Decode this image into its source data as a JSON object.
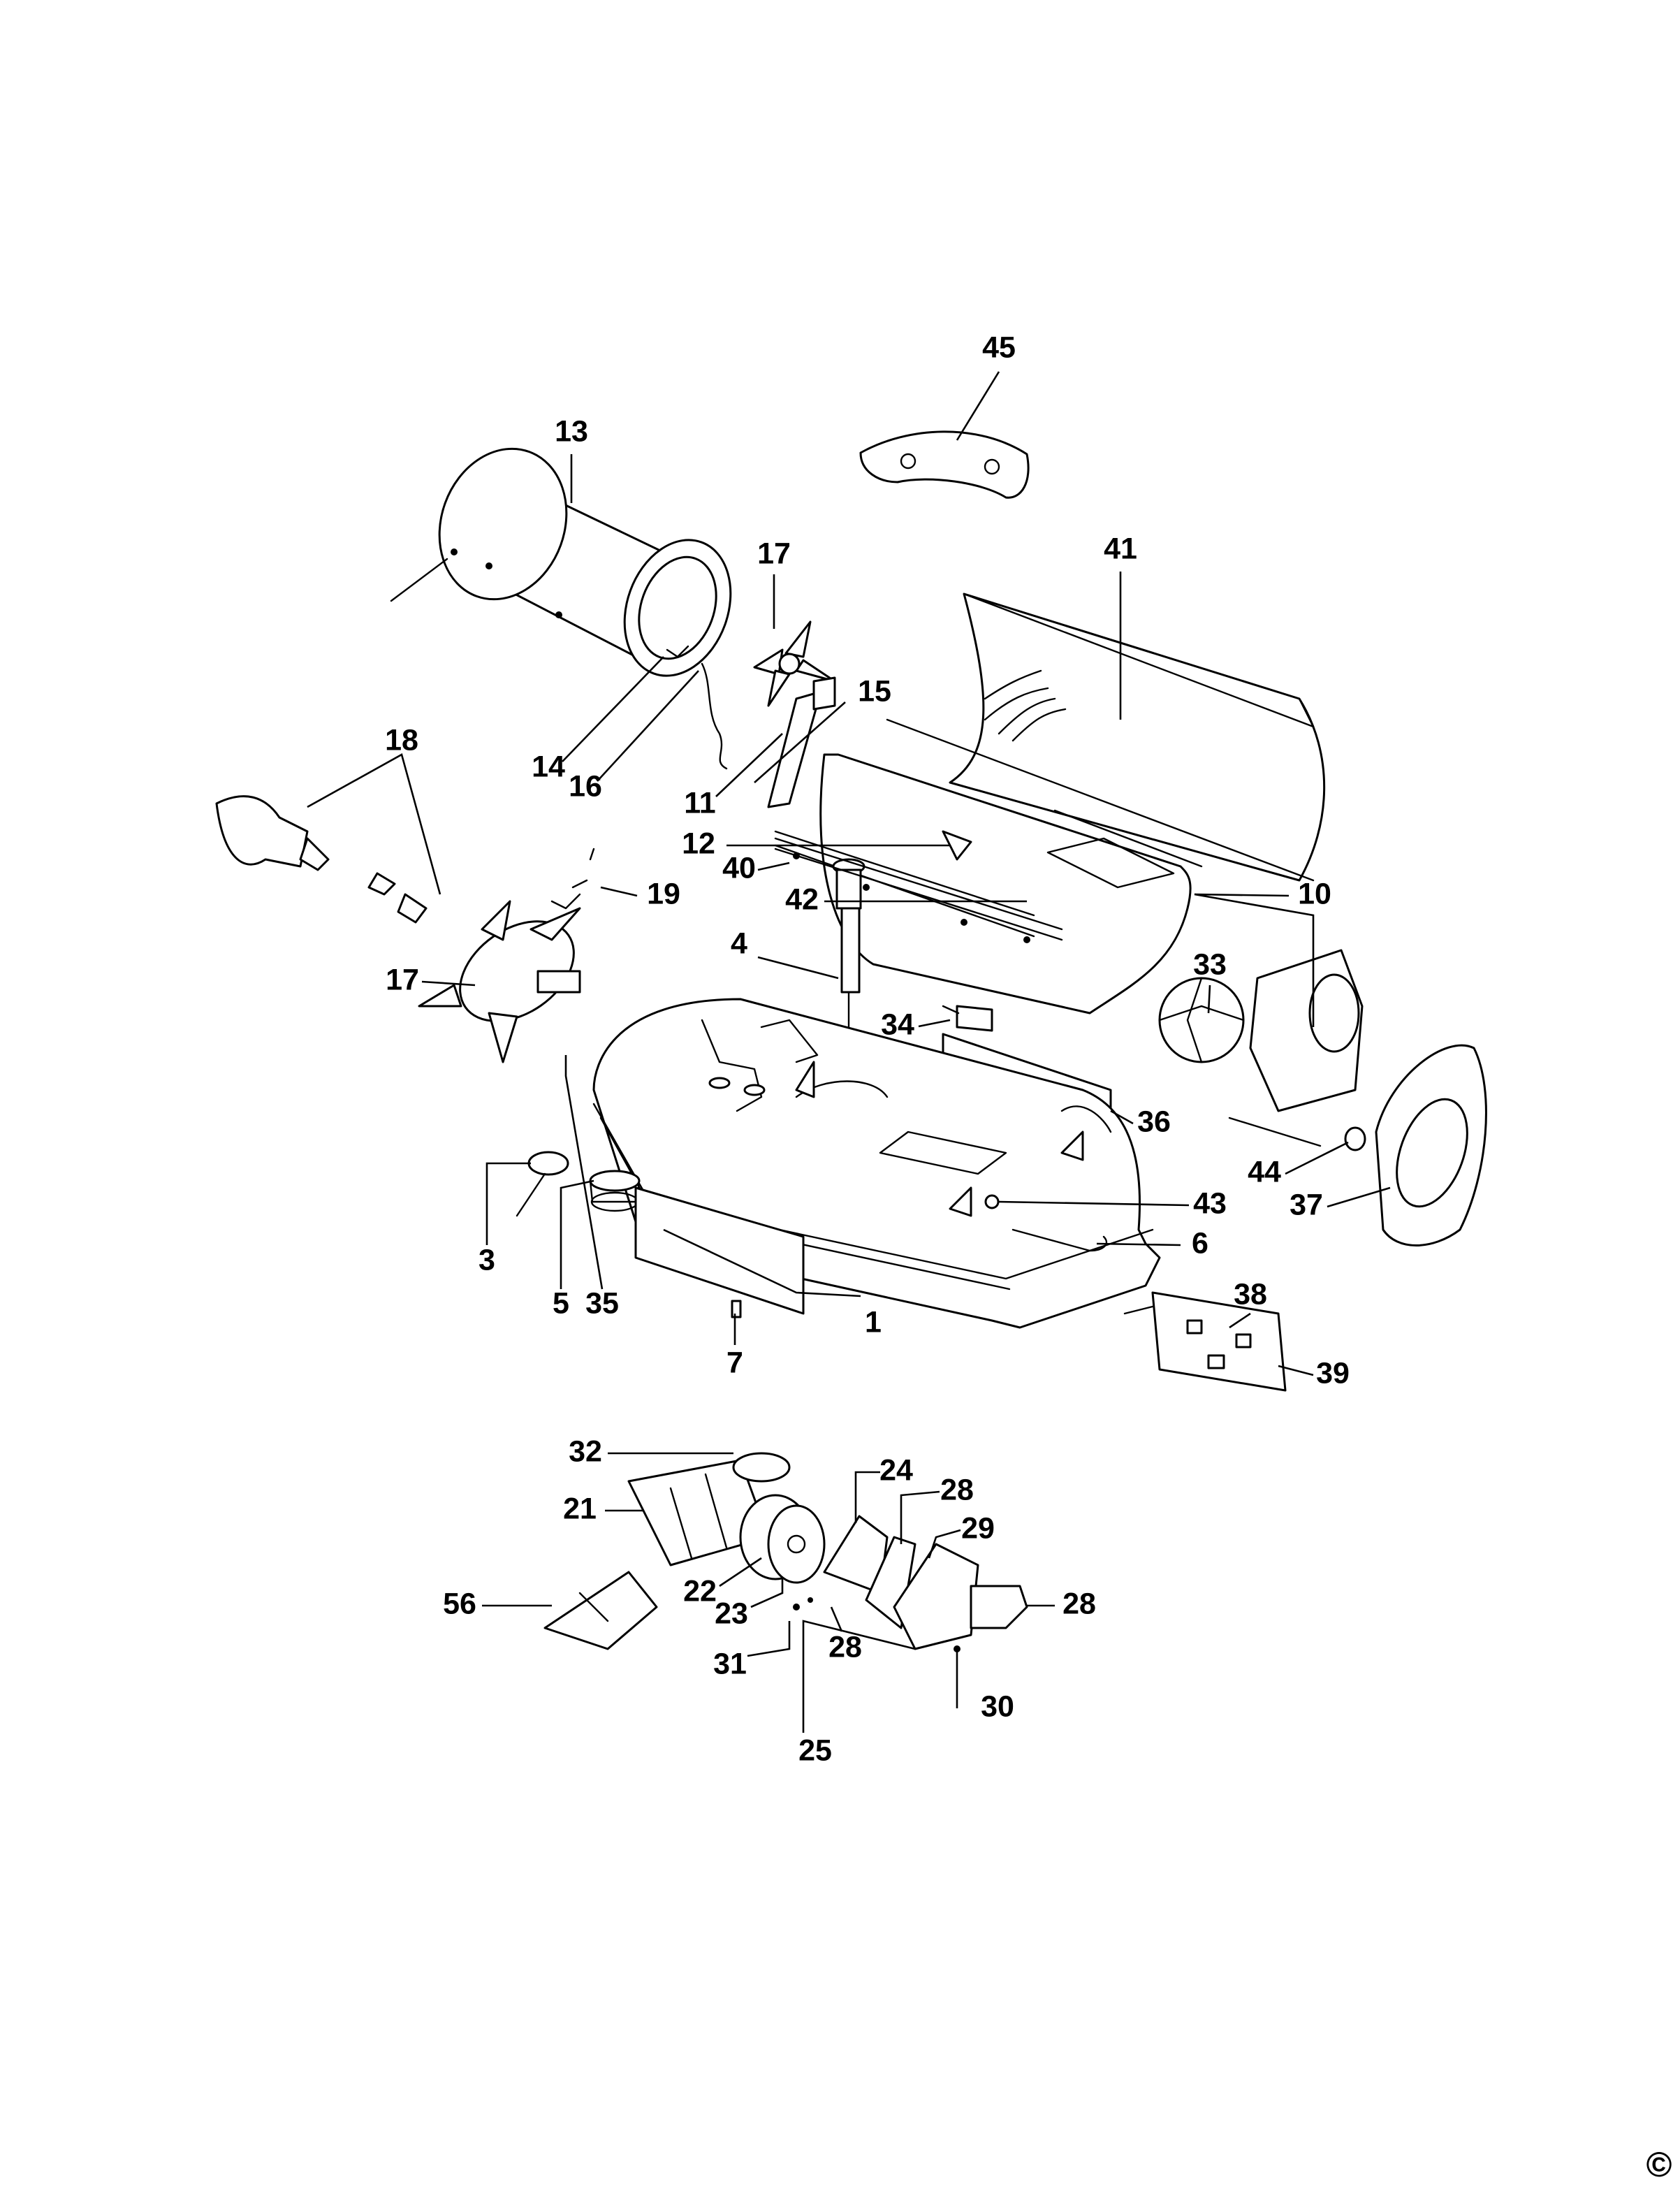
{
  "diagram": {
    "copyright_symbol": "©",
    "part_labels": [
      "45",
      "13",
      "17",
      "41",
      "15",
      "14",
      "16",
      "11",
      "18",
      "12",
      "40",
      "42",
      "19",
      "10",
      "17",
      "4",
      "33",
      "34",
      "36",
      "44",
      "37",
      "43",
      "6",
      "3",
      "5",
      "35",
      "1",
      "7",
      "38",
      "39",
      "32",
      "24",
      "28",
      "21",
      "29",
      "22",
      "28",
      "56",
      "23",
      "28",
      "31",
      "30",
      "25"
    ]
  },
  "colors": {
    "line": "#000000",
    "background": "#ffffff"
  }
}
